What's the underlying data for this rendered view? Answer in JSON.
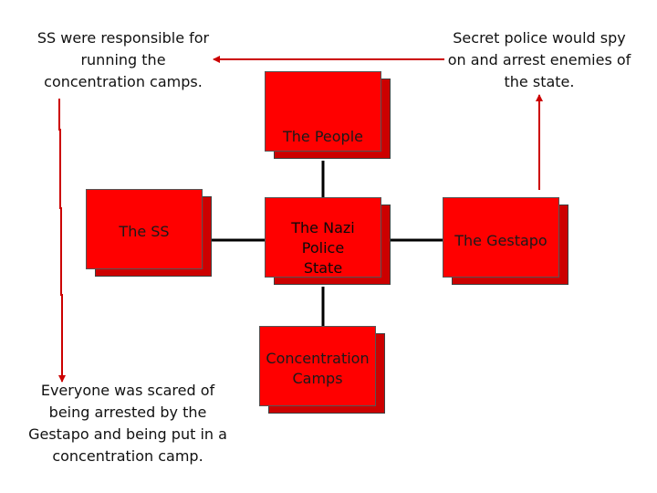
{
  "diagram": {
    "boxes": {
      "people": "The People",
      "ss": "The SS",
      "nazi_state": "The Nazi Police State",
      "gestapo": "The Gestapo",
      "camps": "Concentration Camps"
    },
    "notes": {
      "ss_note": "SS were responsible for running the concentration camps.",
      "gestapo_note": "Secret police would spy on and arrest enemies of the state.",
      "fear_note": "Everyone was scared of being arrested by the Gestapo and being put in a concentration camp."
    },
    "colors": {
      "box_fill": "#ff0000",
      "box_shadow": "#cc0000",
      "connector": "#000000",
      "arrow": "#cc0000"
    }
  }
}
